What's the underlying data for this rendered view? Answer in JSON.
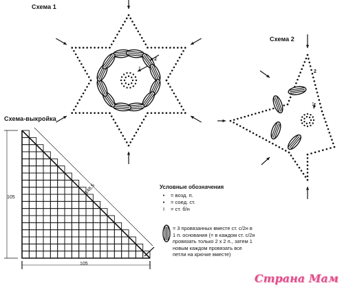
{
  "labels": {
    "scheme1": "Схема 1",
    "scheme2": "Схема 2",
    "pattern": "Схема-выкройка"
  },
  "pattern_dims": {
    "left": "105",
    "bottom": "105",
    "diagonal": "148,5"
  },
  "scheme_numbers": {
    "s1_start": "1",
    "s1_row2": "2",
    "s2_start": "1",
    "s2_row2": "2"
  },
  "legend": {
    "title": "Условные обозначения",
    "items": [
      {
        "symbol": "•",
        "text": "= возд. п."
      },
      {
        "symbol": "▪",
        "text": "= соед. ст."
      },
      {
        "symbol": "I",
        "text": "= ст. б/н"
      }
    ],
    "cluster_note": "= 3 провязанных вместе ст. с/2н в 1 п. основания (= в каждом ст. с/2н провязать только 2 х 2 п., затем 1 новым каждом провязать все петли на крючке вместе)"
  },
  "watermark": "Страна Мам",
  "colors": {
    "ink": "#111111",
    "watermark": "#e0508a"
  },
  "icons": [
    "arrow-icon",
    "cluster-icon",
    "chain-dot-icon"
  ]
}
